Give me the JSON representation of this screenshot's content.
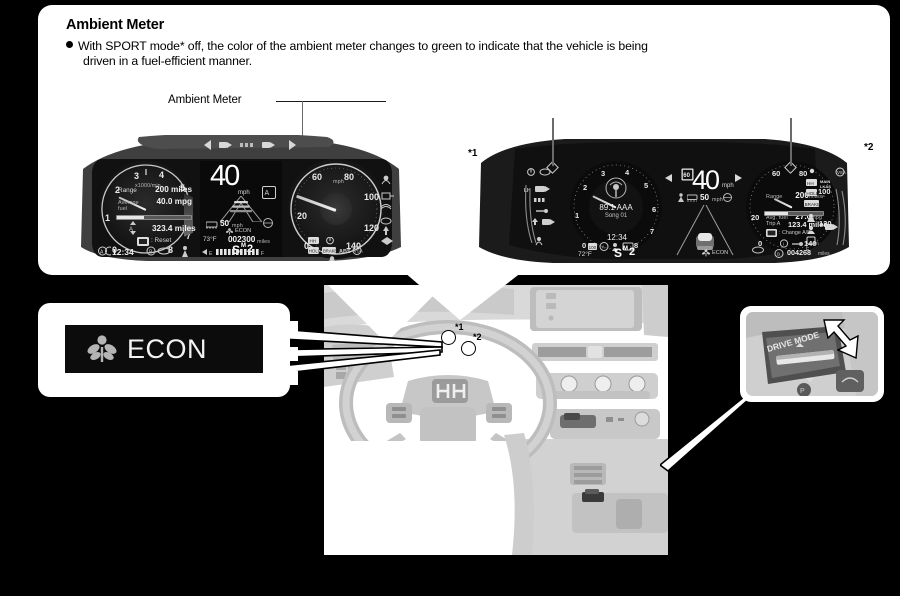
{
  "page": {
    "background_color": "#000000",
    "panel_color": "#ffffff"
  },
  "section": {
    "title": "Ambient Meter",
    "bullet_line1": "With SPORT mode* off, the color of the ambient meter changes to green to indicate that the vehicle is being",
    "bullet_line2": "driven in a fuel-efficient manner."
  },
  "callouts": {
    "ambient_meter_label": "Ambient Meter",
    "ref_1": "*1",
    "ref_2": "*2",
    "dash_ref_1": "*1",
    "dash_ref_2": "*2"
  },
  "econ_callout": {
    "label": "ECON",
    "icon": "econ-leaf-icon",
    "badge_bg": "#0c0c0c",
    "text_color": "#f2f2f2"
  },
  "drive_mode_callout": {
    "label": "DRIVE MODE",
    "up_arrow": "▲",
    "down_arrow": "▼"
  },
  "cluster_1": {
    "name": "analog-instrument-cluster",
    "top_indicators": [
      "turn-left-icon",
      "high-beam-icon",
      "low-beam-icon",
      "lights-icon",
      "turn-right-icon"
    ],
    "tachometer": {
      "unit": "x1000/min",
      "ticks": [
        0,
        1,
        2,
        3,
        4,
        5,
        6,
        7,
        8
      ],
      "needle_value": 2.2
    },
    "info": {
      "range_label": "Range",
      "range_value": "200 miles",
      "avg_fuel_label": "Average fuel",
      "avg_fuel_value": "40.0 mpg",
      "trip_value": "323.4 miles",
      "reset_label": ": Reset",
      "clock": "12:34",
      "fuel_gauge_e": "E",
      "fuel_gauge_f": "F"
    },
    "center_display": {
      "speed": "40",
      "speed_unit": "mph",
      "acc_speed": "50",
      "acc_speed_unit": "mph",
      "econ_label": "ECON",
      "outside_temp": "73°F",
      "odometer": "002300",
      "odometer_unit": "miles",
      "gear": "S",
      "gear_mode": "M",
      "gear_num": "2"
    },
    "speedometer": {
      "unit": "mph",
      "ticks": [
        0,
        20,
        60,
        80,
        100,
        120,
        140
      ],
      "needle_value": 40
    },
    "warning_icons": [
      "seatbelt-icon",
      "power-icon",
      "hold-icon",
      "brake-icon",
      "abs-icon",
      "vsa-icon",
      "airbag-icon"
    ],
    "right_icons": [
      "washer-fluid-icon",
      "door-open-icon",
      "fog-light-icon",
      "key-icon",
      "tpms-icon"
    ]
  },
  "cluster_2": {
    "name": "digital-instrument-cluster",
    "left_icons": [
      "power-icon",
      "fog-light-icon",
      "high-beam-icon",
      "low-beam-icon",
      "auto-beam-icon",
      "washer-icon",
      "lights-icon",
      "seatbelt-icon"
    ],
    "tachometer": {
      "ticks": [
        0,
        1,
        2,
        3,
        4,
        5,
        6,
        7,
        8
      ],
      "needle_value": 2.2
    },
    "audio": {
      "station": "89.1 AAA",
      "track": "Song 01",
      "clock": "12:34",
      "temp": "72°F",
      "gear": "S",
      "gear_mode": "M",
      "gear_num": "2"
    },
    "center": {
      "speed": "40",
      "speed_unit": "mph",
      "acc_speed": "50",
      "acc_speed_unit": "mph",
      "turn_left_icon": "turn-left-icon",
      "turn_right_icon": "turn-right-icon",
      "speed_limit": "60"
    },
    "speedometer": {
      "ticks": [
        0,
        20,
        60,
        80,
        100,
        120,
        140
      ],
      "unit": "mph",
      "needle_value": 40
    },
    "info": {
      "range_label": "Range",
      "range_value": "200",
      "range_unit": "miles",
      "avg_fuel_label": "Avg. fuel",
      "avg_fuel_value": "27.0",
      "avg_fuel_unit": "mpg",
      "trip_label": "Trip A",
      "trip_value": "123.4 miles",
      "change_label": ": Change A/B",
      "econ_label": "ECON",
      "odometer": "004268",
      "odometer_unit": "miles"
    },
    "right_icons": [
      "seatbelt-icon",
      "hold-icon",
      "brake-icon",
      "airbag-icon",
      "key-icon",
      "fuel-icon",
      "tpms-icon",
      "door-icon"
    ]
  }
}
